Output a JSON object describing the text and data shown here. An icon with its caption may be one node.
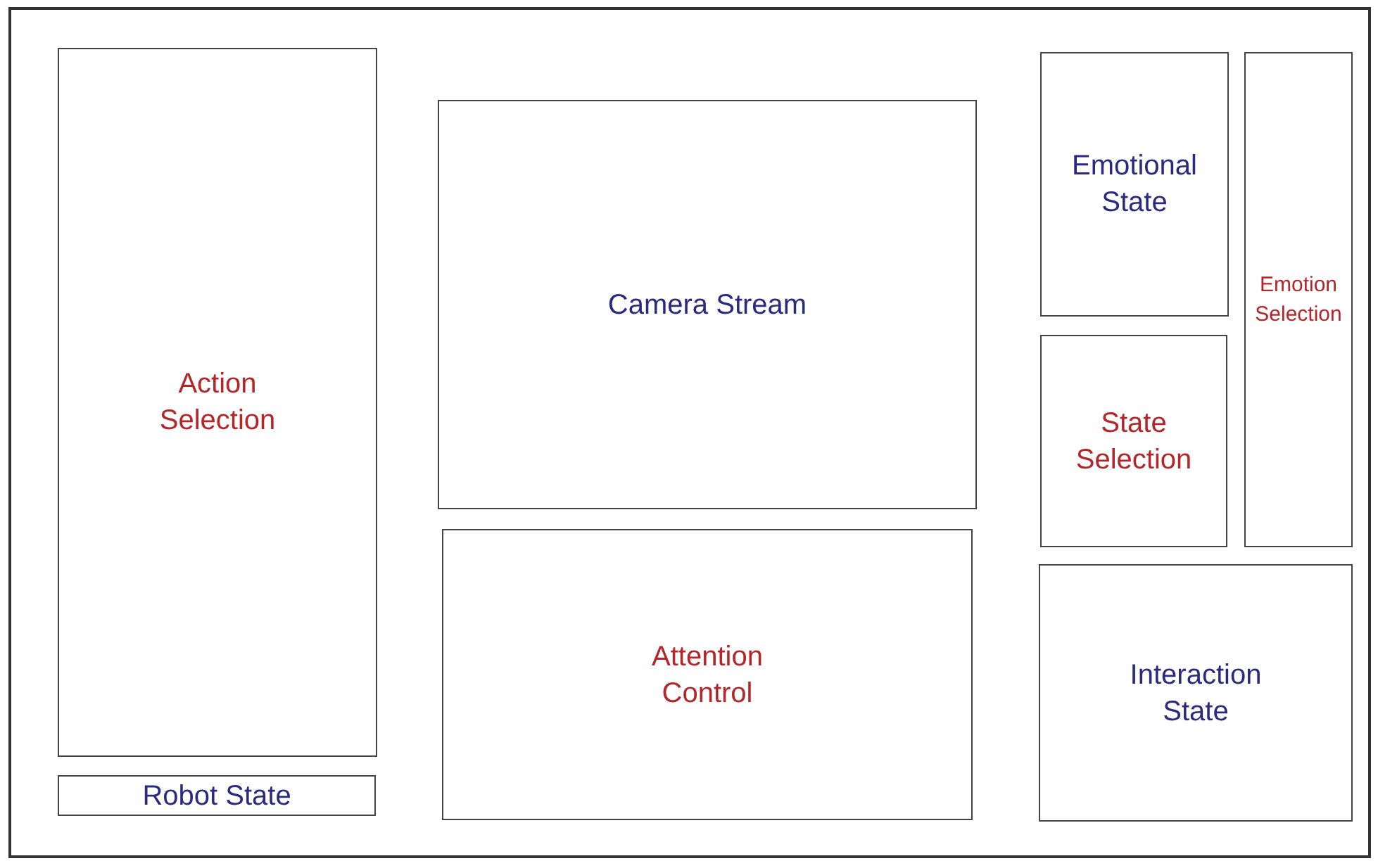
{
  "diagram": {
    "nodes": [
      {
        "text": [
          "Action Selection"
        ]
      },
      {
        "text": [
          "Robot State"
        ]
      },
      {
        "text": [
          "Camera Stream"
        ]
      },
      {
        "text": [
          "Attention Control"
        ]
      },
      {
        "text": [
          "Emotional State"
        ]
      },
      {
        "text": [
          "State Selection"
        ]
      },
      {
        "text": [
          "Emotion Selection"
        ]
      },
      {
        "text": [
          "Interaction State"
        ]
      }
    ]
  }
}
